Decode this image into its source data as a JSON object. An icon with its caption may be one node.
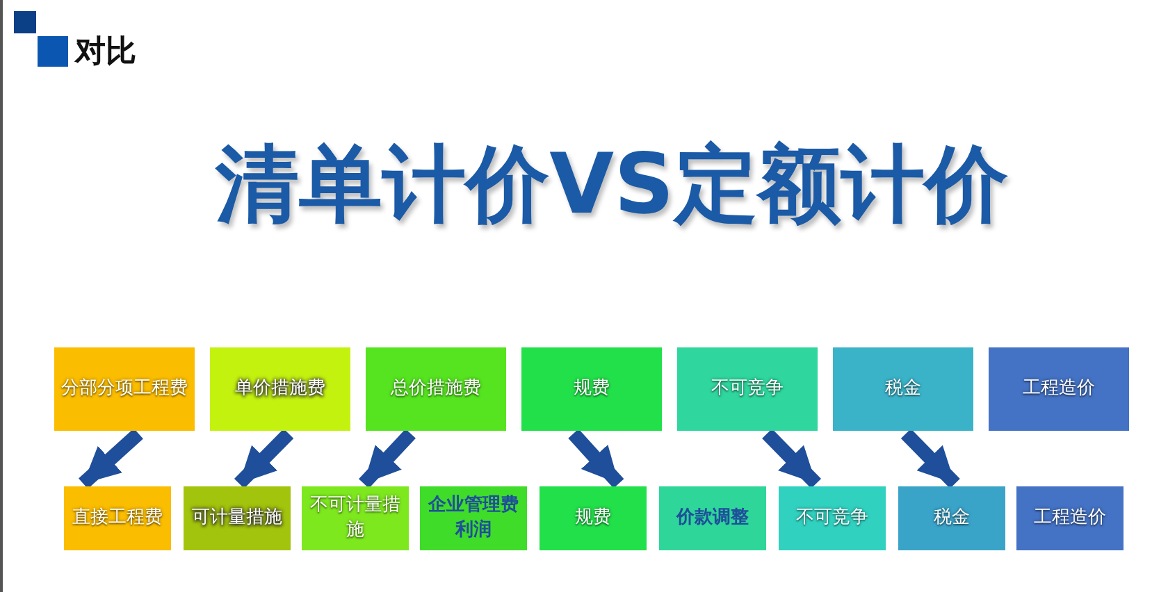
{
  "diagram": {
    "title": "清单计价VS定额计价",
    "nodes": [
      {
        "text": [
          "分部分项工程费"
        ]
      },
      {
        "text": [
          "单价措施费"
        ]
      },
      {
        "text": [
          "总价措施费"
        ]
      },
      {
        "text": [
          "规费"
        ]
      },
      {
        "text": [
          "不可竞争"
        ]
      },
      {
        "text": [
          "税金"
        ]
      },
      {
        "text": [
          "工程造价"
        ]
      },
      {
        "text": [
          "直接工程费"
        ]
      },
      {
        "text": [
          "可计量措施"
        ]
      },
      {
        "text": [
          "不可计量措施"
        ]
      },
      {
        "text": [
          "企业管理费利润"
        ]
      },
      {
        "text": [
          "规费"
        ]
      },
      {
        "text": [
          "价款调整"
        ]
      },
      {
        "text": [
          "不可竞争"
        ]
      },
      {
        "text": [
          "税金"
        ]
      },
      {
        "text": [
          "工程造价"
        ]
      }
    ],
    "edges": [
      {
        "from": 0,
        "to": 7,
        "arrow": "to"
      },
      {
        "from": 1,
        "to": 8,
        "arrow": "to"
      },
      {
        "from": 2,
        "to": 9,
        "arrow": "to"
      },
      {
        "from": 3,
        "to": 11,
        "arrow": "to"
      },
      {
        "from": 4,
        "to": 13,
        "arrow": "to"
      },
      {
        "from": 5,
        "to": 14,
        "arrow": "to"
      }
    ],
    "labels": [
      "对比"
    ]
  }
}
